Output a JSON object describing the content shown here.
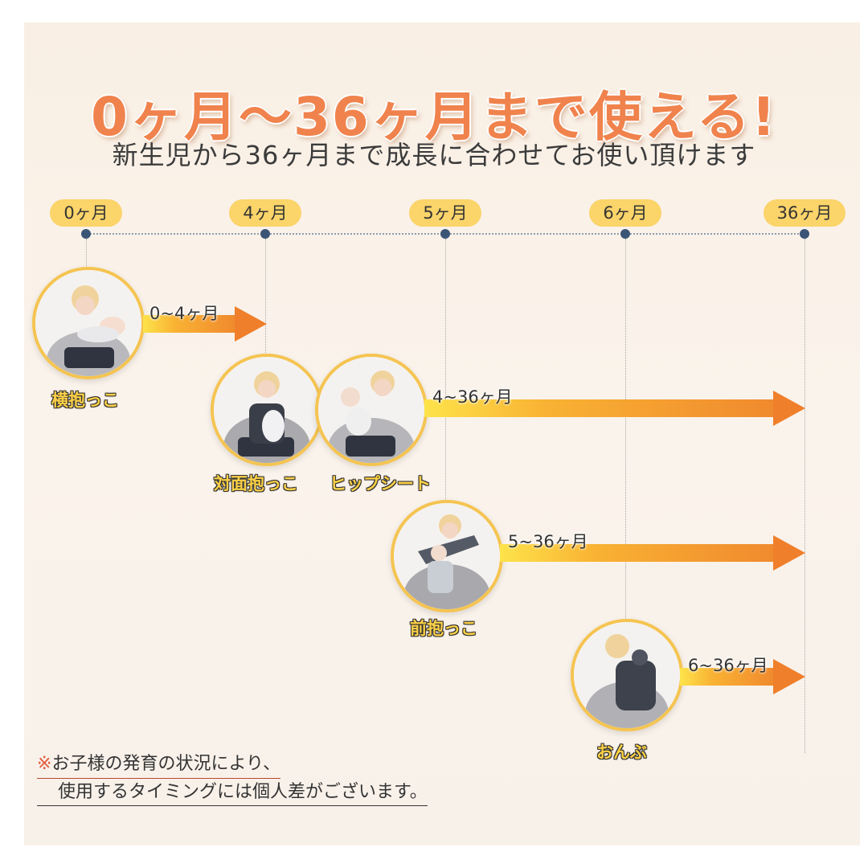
{
  "header": {
    "title": "0ヶ月〜36ヶ月まで使える!",
    "subtitle": "新生児から36ヶ月まで成長に合わせてお使い頂けます"
  },
  "timeline": {
    "markers": [
      "0ヶ月",
      "4ヶ月",
      "5ヶ月",
      "6ヶ月",
      "36ヶ月"
    ]
  },
  "positions": [
    {
      "label": "横抱っこ",
      "range": "0~4ヶ月"
    },
    {
      "label": "対面抱っこ",
      "range": ""
    },
    {
      "label": "ヒップシート",
      "range": "4~36ヶ月"
    },
    {
      "label": "前抱っこ",
      "range": "5~36ヶ月"
    },
    {
      "label": "おんぶ",
      "range": "6~36ヶ月"
    }
  ],
  "note": {
    "mark": "※",
    "line1": "お子様の発育の状況により、",
    "line2": "使用するタイミングには個人差がございます。"
  },
  "colors": {
    "title": "#f0834d",
    "pill": "#fbd46a",
    "label_fill": "#fbd046",
    "arrow_start": "#fde34a",
    "arrow_end": "#f07f2b",
    "node": "#3b5577"
  }
}
